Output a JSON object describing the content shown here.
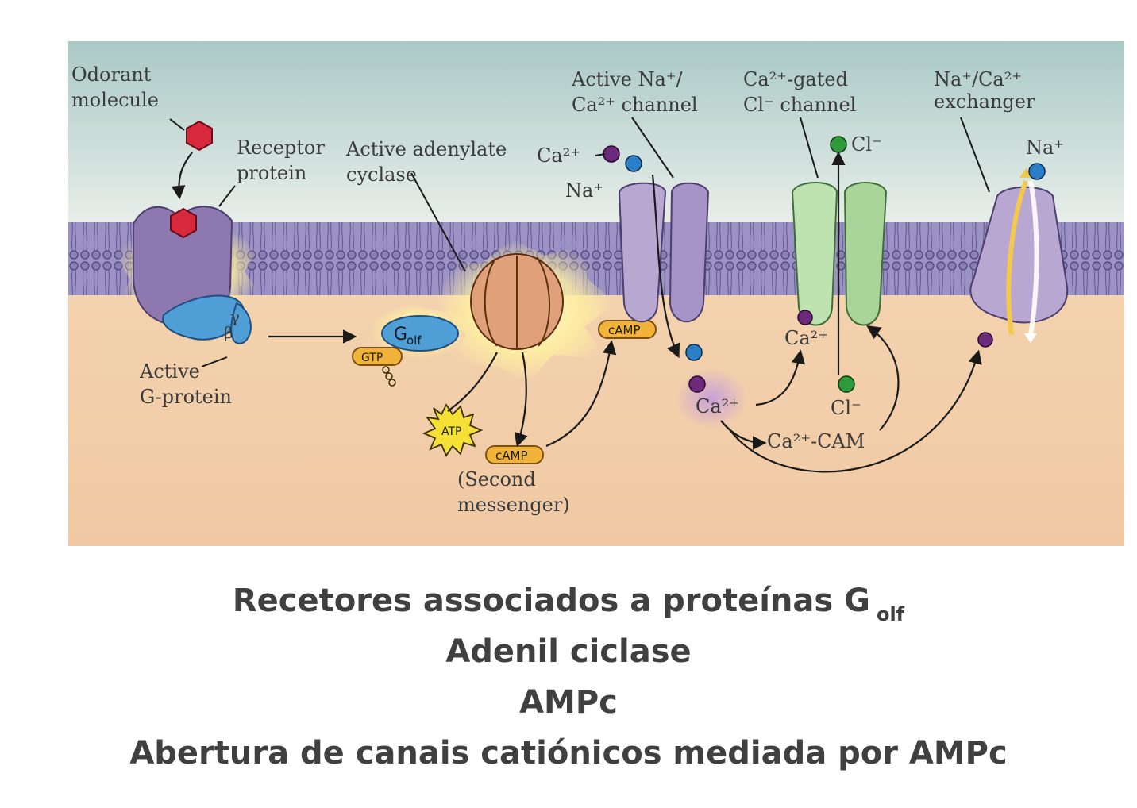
{
  "labels": {
    "odorant": [
      "Odorant",
      "molecule"
    ],
    "receptor": [
      "Receptor",
      "protein"
    ],
    "adenylate": [
      "Active adenylate",
      "cyclase"
    ],
    "active_g": [
      "Active",
      "G-protein"
    ],
    "gamma": "γ",
    "beta": "β",
    "golf_main": "G",
    "golf_sub": "olf",
    "gtp": "GTP",
    "atp": "ATP",
    "camp": "cAMP",
    "second_messenger": [
      "(Second",
      "messenger)"
    ],
    "na_ca_channel": [
      "Active Na⁺/",
      "Ca²⁺ channel"
    ],
    "cl_channel": [
      "Ca²⁺-gated",
      "Cl⁻ channel"
    ],
    "exchanger": [
      "Na⁺/Ca²⁺",
      "exchanger"
    ],
    "ca_ion": "Ca²⁺",
    "na_ion": "Na⁺",
    "cl_ion": "Cl⁻",
    "ca_cam": "Ca²⁺-CAM"
  },
  "captions": {
    "line1": "Recetores associados a proteínas G",
    "line1_sub": "olf",
    "line2": "Adenil ciclase",
    "line3": "AMPc",
    "line4": "Abertura de canais catiónicos mediada por AMPc"
  },
  "colors": {
    "extracellular_top": "#bcd3cf",
    "extracellular_bottom": "#e3ece6",
    "intracellular": "#f2cfaa",
    "membrane": "#8c82b8",
    "receptor": "#8e78b0",
    "channel": "#b7a7d1",
    "cl_channel": "#bfe3b0",
    "cyclase": "#e0a07a",
    "golf": "#4f9fd6",
    "nucleotide": "#f2b33a",
    "odorant": "#d62a3c",
    "ion_ca": "#6b2a7a",
    "ion_na": "#2b7fc7",
    "ion_cl": "#2f9a3a"
  }
}
